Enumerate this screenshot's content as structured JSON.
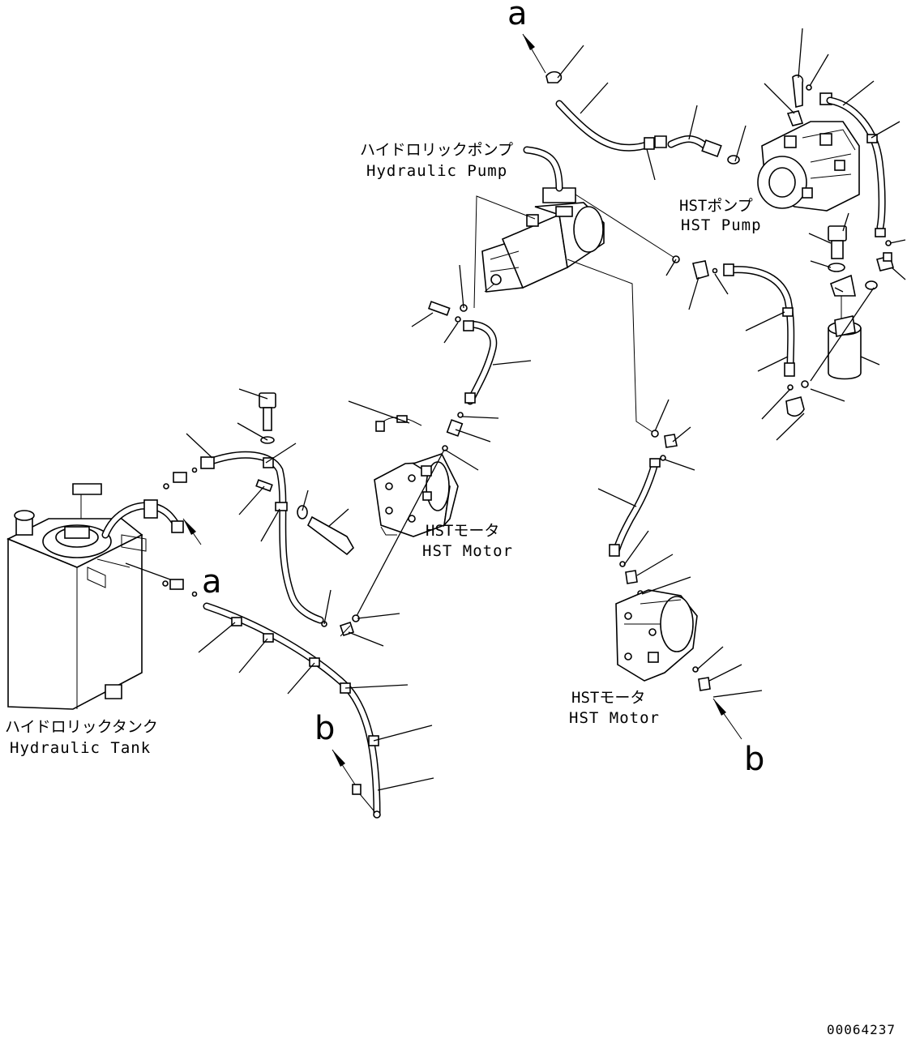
{
  "labels": {
    "hydraulic_pump_jp": "ハイドロリックポンプ",
    "hydraulic_pump_en": "Hydraulic Pump",
    "hst_pump_jp": "HSTポンプ",
    "hst_pump_en": "HST Pump",
    "hst_motor_upper_jp": "HSTモータ",
    "hst_motor_upper_en": "HST Motor",
    "hst_motor_lower_jp": "HSTモータ",
    "hst_motor_lower_en": "HST Motor",
    "hydraulic_tank_jp": "ハイドロリックタンク",
    "hydraulic_tank_en": "Hydraulic Tank"
  },
  "connectors": {
    "a_top": "a",
    "a_tank": "a",
    "b_hose": "b",
    "b_motor": "b"
  },
  "drawing_number": "00064237",
  "colors": {
    "line": "#000000",
    "background": "#ffffff"
  }
}
